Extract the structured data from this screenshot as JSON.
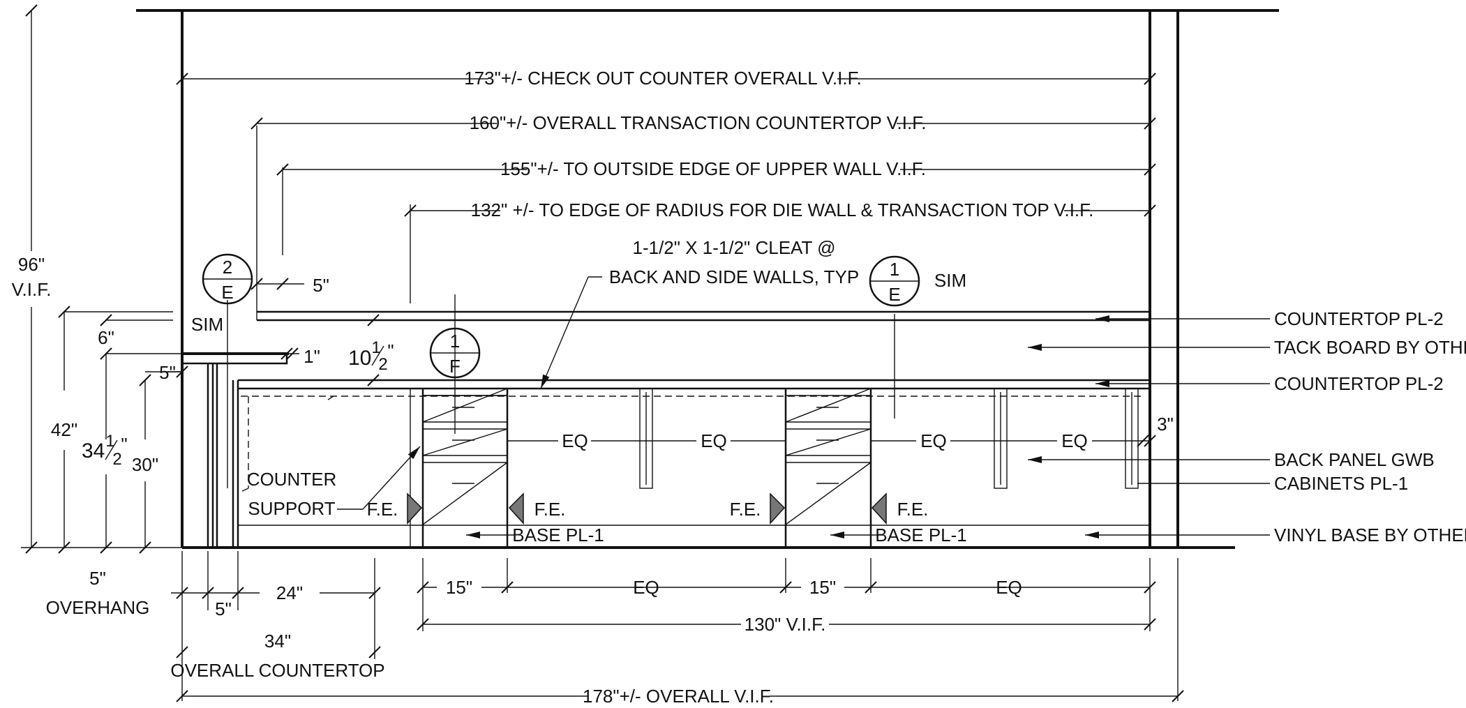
{
  "dimensions": {
    "overall_96": "96\"",
    "overall_96_vif": "V.I.F.",
    "counter_overall_173": "173\"+/- CHECK OUT COUNTER OVERALL V.I.F.",
    "transaction_160": "160\"+/- OVERALL TRANSACTION COUNTERTOP V.I.F.",
    "upper_wall_155": "155\"+/- TO OUTSIDE EDGE OF UPPER WALL V.I.F.",
    "radius_132": "132\" +/- TO EDGE OF RADIUS FOR DIE WALL & TRANSACTION TOP V.I.F.",
    "d_5_upper": "5\"",
    "d_6": "6\"",
    "d_1": "1\"",
    "d_10_whole": "10",
    "d_10_num": "1",
    "d_10_den": "2",
    "d_10_inch": "\"",
    "d_5_left": "5\"",
    "d_42": "42\"",
    "d_34_whole": "34",
    "d_34_num": "1",
    "d_34_den": "2",
    "d_34_inch": "\"",
    "d_30": "30\"",
    "d_3": "3\"",
    "eq": "EQ",
    "overhang_5": "5\"",
    "overhang_label": "OVERHANG",
    "d_5_bottom": "5\"",
    "d_24": "24\"",
    "countertop_34": "34\"",
    "countertop_label": "OVERALL COUNTERTOP",
    "d_15": "15\"",
    "d_130": "130\" V.I.F.",
    "overall_178": "178\"+/- OVERALL V.I.F."
  },
  "notes": {
    "cleat_line1": "1-1/2\" X 1-1/2\" CLEAT @",
    "cleat_line2": "BACK AND SIDE WALLS, TYP",
    "counter_support_1": "COUNTER",
    "counter_support_2": "SUPPORT",
    "fe": "F.E.",
    "base_pl1": "BASE PL-1",
    "sim": "SIM"
  },
  "callouts": [
    {
      "top": "2",
      "bottom": "E",
      "note": "SIM"
    },
    {
      "top": "1",
      "bottom": "F"
    },
    {
      "top": "1",
      "bottom": "E",
      "note": "SIM"
    }
  ],
  "legend": [
    "COUNTERTOP PL-2",
    "TACK BOARD BY OTHERS",
    "COUNTERTOP PL-2",
    "BACK PANEL GWB",
    "CABINETS PL-1",
    "VINYL BASE BY OTHERS"
  ]
}
